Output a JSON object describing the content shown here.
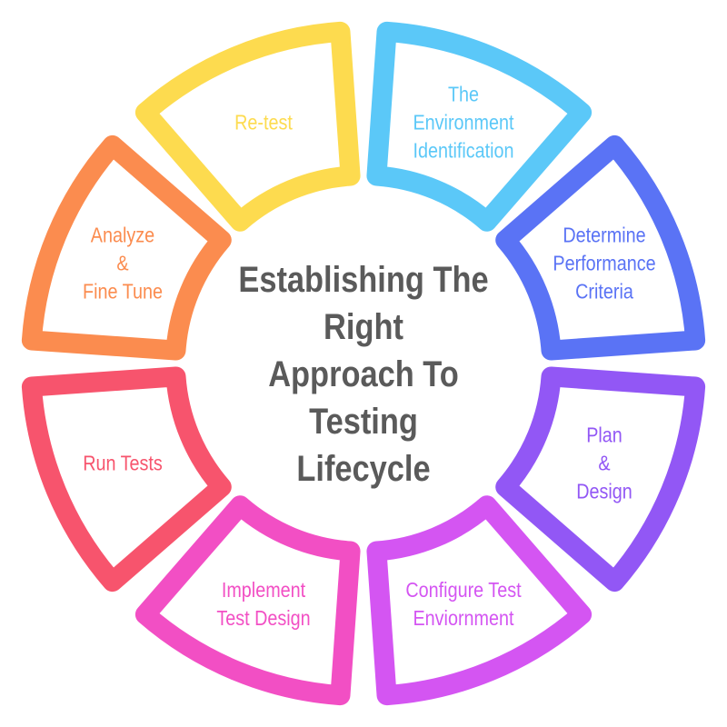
{
  "title": "Establishing The Right\nApproach To Testing\nLifecycle",
  "segments": [
    {
      "label": "The\nEnvironment\nIdentification",
      "color": "#5bc8f8"
    },
    {
      "label": "Determine\nPerformance\nCriteria",
      "color": "#5a73f5"
    },
    {
      "label": "Plan\n&\nDesign",
      "color": "#9257f5"
    },
    {
      "label": "Configure Test\nEnviornment",
      "color": "#d455f2"
    },
    {
      "label": "Implement\nTest Design",
      "color": "#f24fc4"
    },
    {
      "label": "Run Tests",
      "color": "#f7546d"
    },
    {
      "label": "Analyze\n&\nFine Tune",
      "color": "#fb8c4f"
    },
    {
      "label": "Re-test",
      "color": "#fddb4f"
    }
  ]
}
